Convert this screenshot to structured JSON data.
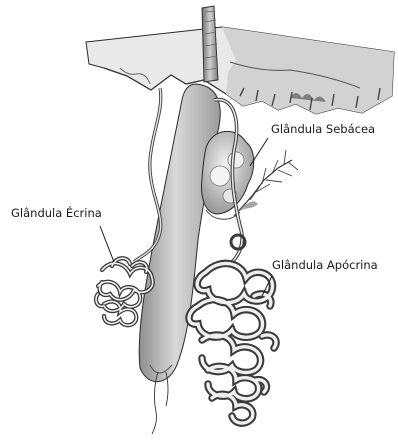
{
  "figure": {
    "labels": {
      "sebaceous": "Glândula Sebácea",
      "eccrine": "Glândula Écrina",
      "apocrine": "Glândula Apócrina"
    }
  },
  "colors": {
    "background": "#ffffff",
    "line": "#2b2b2b",
    "tissue_light": "#e6e6e6",
    "tissue_mid": "#bdbdbd",
    "tissue_dark": "#7a7a7a"
  }
}
